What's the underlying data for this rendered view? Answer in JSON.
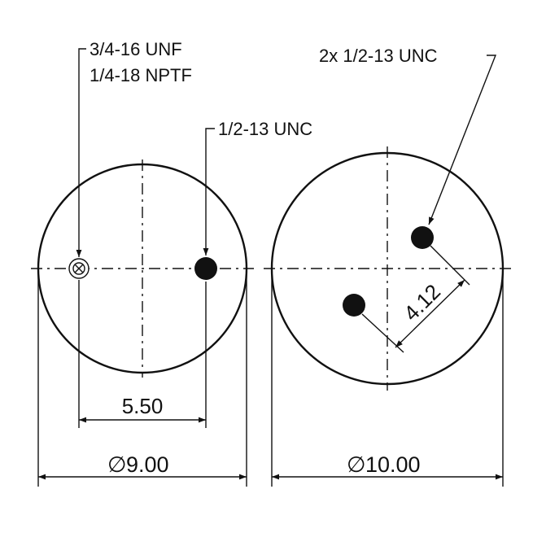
{
  "left_part": {
    "fitting_label_line1": "3/4-16 UNF",
    "fitting_label_line2": "1/4-18 NPTF",
    "stud_label": "1/2-13 UNC",
    "spacing_dimension": "5.50",
    "diameter_symbol": "∅",
    "diameter_value": "9.00"
  },
  "right_part": {
    "stud_label": "2x 1/2-13 UNC",
    "spacing_dimension": "4.12",
    "diameter_symbol": "∅",
    "diameter_value": "10.00"
  }
}
